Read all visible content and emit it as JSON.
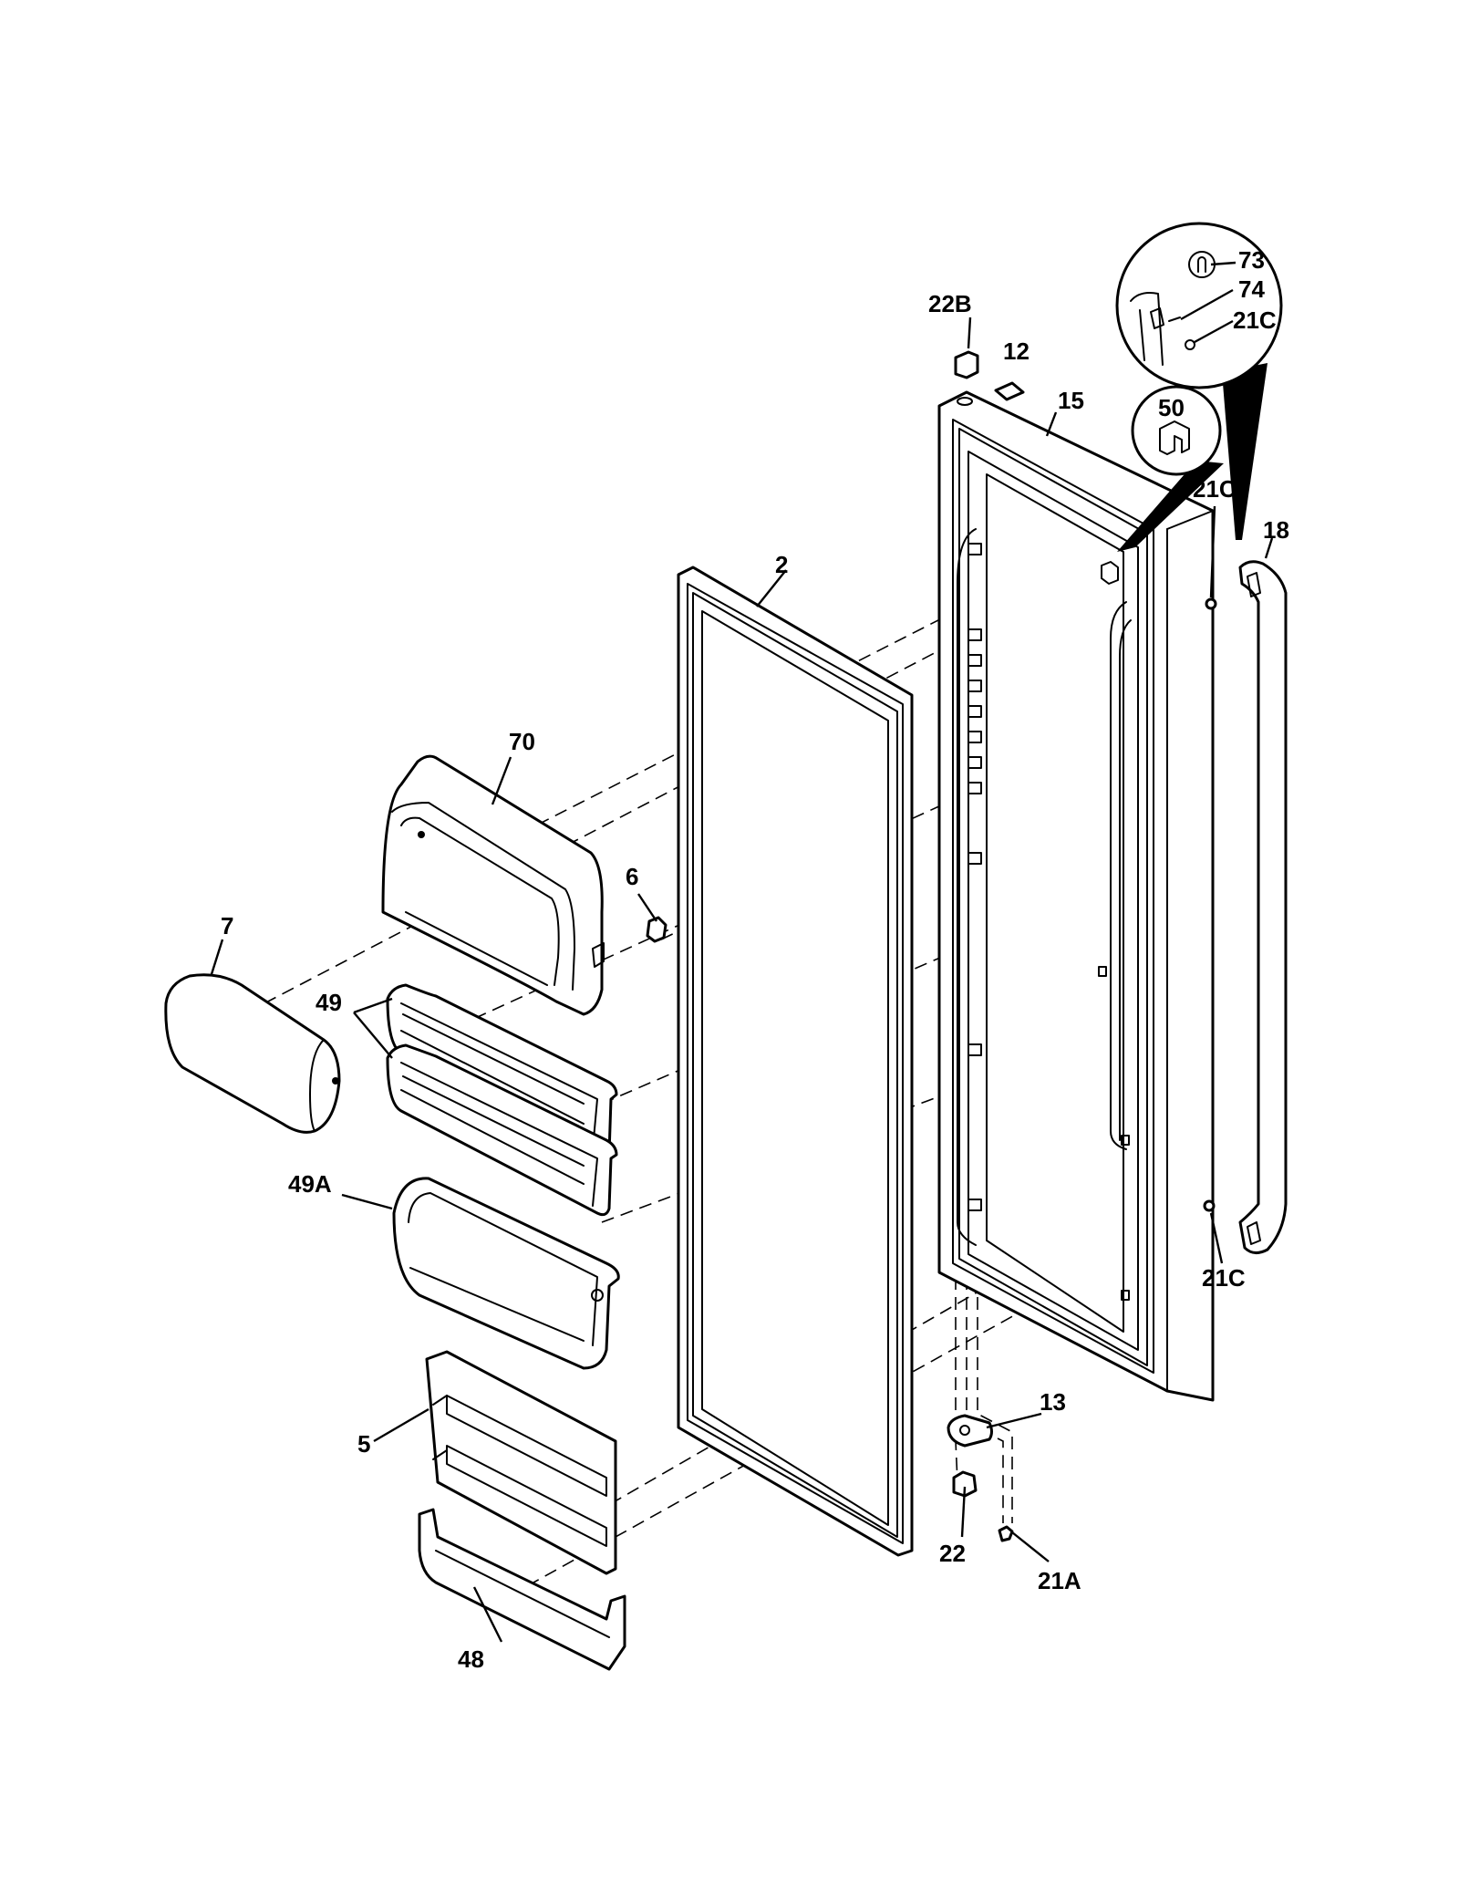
{
  "colors": {
    "line": "#000000",
    "background": "#ffffff"
  },
  "callouts": [
    {
      "id": "c-22B",
      "label": "22B"
    },
    {
      "id": "c-12",
      "label": "12"
    },
    {
      "id": "c-15",
      "label": "15"
    },
    {
      "id": "c-73",
      "label": "73"
    },
    {
      "id": "c-74",
      "label": "74"
    },
    {
      "id": "c-21C-detail",
      "label": "21C"
    },
    {
      "id": "c-50",
      "label": "50"
    },
    {
      "id": "c-21C-upper",
      "label": "21C"
    },
    {
      "id": "c-18",
      "label": "18"
    },
    {
      "id": "c-2",
      "label": "2"
    },
    {
      "id": "c-70",
      "label": "70"
    },
    {
      "id": "c-6",
      "label": "6"
    },
    {
      "id": "c-7",
      "label": "7"
    },
    {
      "id": "c-49",
      "label": "49"
    },
    {
      "id": "c-49A",
      "label": "49A"
    },
    {
      "id": "c-21C-lower",
      "label": "21C"
    },
    {
      "id": "c-13",
      "label": "13"
    },
    {
      "id": "c-5",
      "label": "5"
    },
    {
      "id": "c-22",
      "label": "22"
    },
    {
      "id": "c-21A",
      "label": "21A"
    },
    {
      "id": "c-48",
      "label": "48"
    }
  ]
}
